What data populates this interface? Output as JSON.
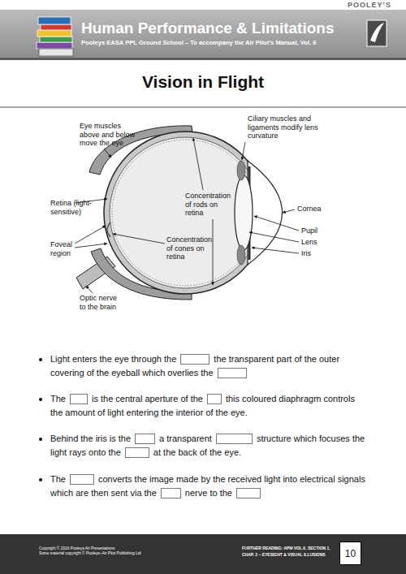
{
  "diagram": {
    "title": "Vision in Flight",
    "nodes": [
      {
        "text": [
          "Human Performance & Limitations",
          "Pooleys EASA PPL Ground School – To accompany the Air Pilot’s Manual, Vol. 6"
        ]
      },
      {
        "text": [
          "Copyright © 2016 Pooleys Air Presentations",
          "Some material copyright © Pooleys–Air Pilot Publishing Ltd",
          "FURTHER READING: APM VOL.6, SECTION 1, CHAP. 2 – EYESIGHT & VISUAL ILLUSIONS"
        ]
      },
      {
        "text": [
          "10"
        ],
        "in": 1
      }
    ],
    "labels": [
      "POOLEY’S",
      "Eye muscles above and below move the eye",
      "Ciliary muscles and ligaments modify lens curvature",
      "Retina (light-sensitive)",
      "Concentration of rods on retina",
      "Cornea",
      "Pupil",
      "Lens",
      "Iris",
      "Concentration of cones on retina",
      "Foveal region",
      "Optic nerve to the brain",
      "Light enters the eye through the",
      "the transparent part of the outer covering of the eyeball which overlies the",
      "The",
      "is the central aperture of the",
      "this coloured diaphragm controls the amount of light entering the interior of the eye.",
      "Behind the iris is the",
      "a transparent",
      "structure which focuses the light rays onto the",
      "at the back of the eye.",
      "The",
      "converts the image made by the received light into electrical signals which are then sent via the",
      "nerve to the"
    ]
  }
}
